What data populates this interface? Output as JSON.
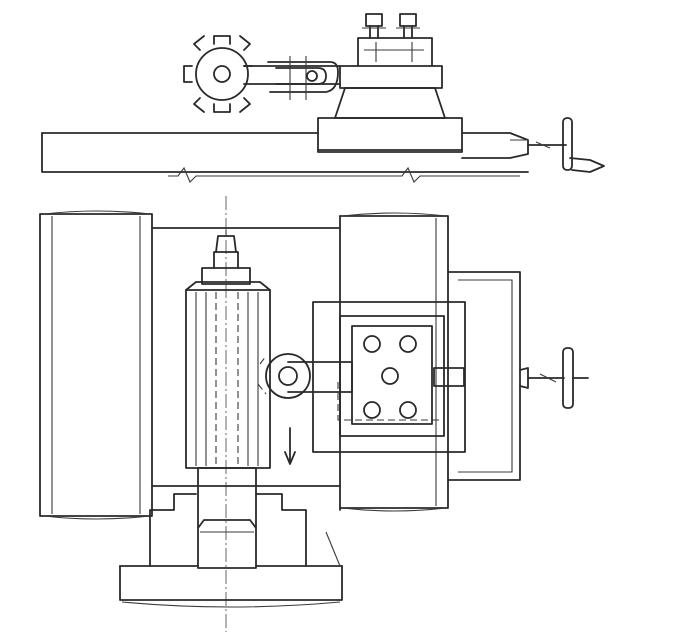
{
  "figure": {
    "kind": "mechanical engineering line drawing",
    "views": [
      "side-view",
      "top-view"
    ],
    "colors": {
      "line": "#2a2a2a",
      "background": "#ffffff"
    }
  }
}
